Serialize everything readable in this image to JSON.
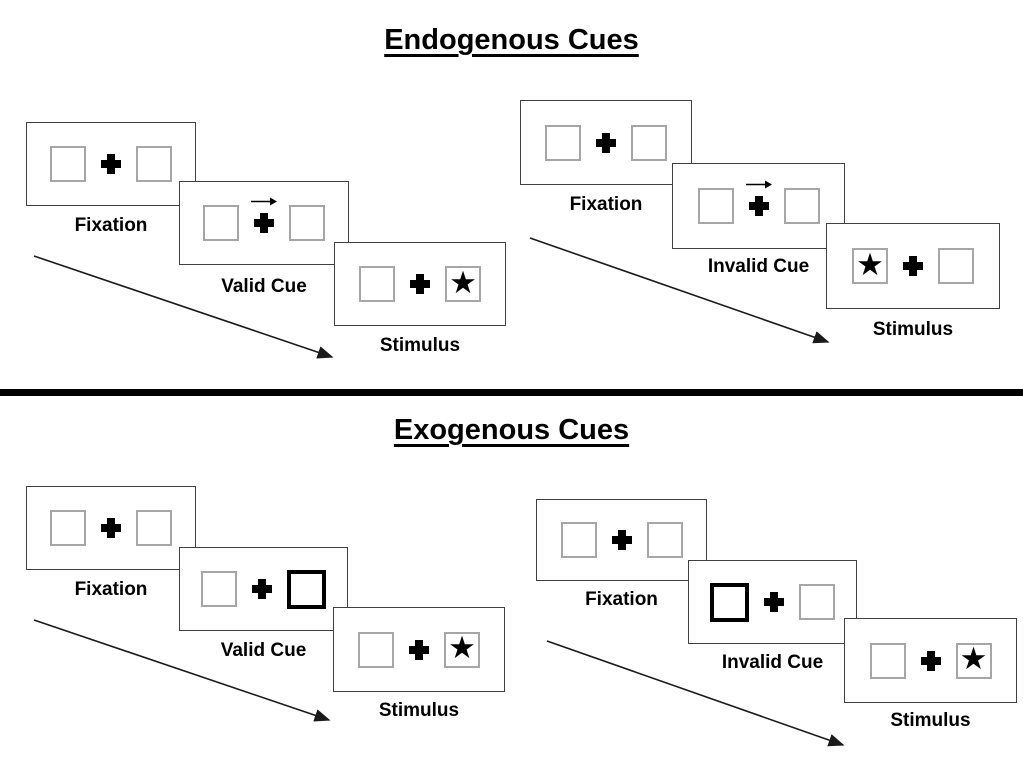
{
  "colors": {
    "background": "#ffffff",
    "panel_border": "#404040",
    "placeholder_box_border": "#a6a6a6",
    "cue_box_border": "#000000",
    "text": "#000000",
    "divider": "#000000"
  },
  "symbols": {
    "star": "★",
    "fixation_cross": "+",
    "cue_arrow_direction": "right"
  },
  "sections": [
    {
      "title": "Endogenous Cues",
      "sequences": [
        {
          "name": "endogenous-valid",
          "cue_type": "central-arrow-right",
          "stimulus_side": "right",
          "labels": {
            "fixation": "Fixation",
            "cue": "Valid Cue",
            "stimulus": "Stimulus"
          }
        },
        {
          "name": "endogenous-invalid",
          "cue_type": "central-arrow-right",
          "stimulus_side": "left",
          "labels": {
            "fixation": "Fixation",
            "cue": "Invalid Cue",
            "stimulus": "Stimulus"
          }
        }
      ]
    },
    {
      "title": "Exogenous Cues",
      "sequences": [
        {
          "name": "exogenous-valid",
          "cue_type": "peripheral-highlight-right",
          "stimulus_side": "right",
          "labels": {
            "fixation": "Fixation",
            "cue": "Valid Cue",
            "stimulus": "Stimulus"
          }
        },
        {
          "name": "exogenous-invalid",
          "cue_type": "peripheral-highlight-left",
          "stimulus_side": "right",
          "labels": {
            "fixation": "Fixation",
            "cue": "Invalid Cue",
            "stimulus": "Stimulus"
          }
        }
      ]
    }
  ]
}
